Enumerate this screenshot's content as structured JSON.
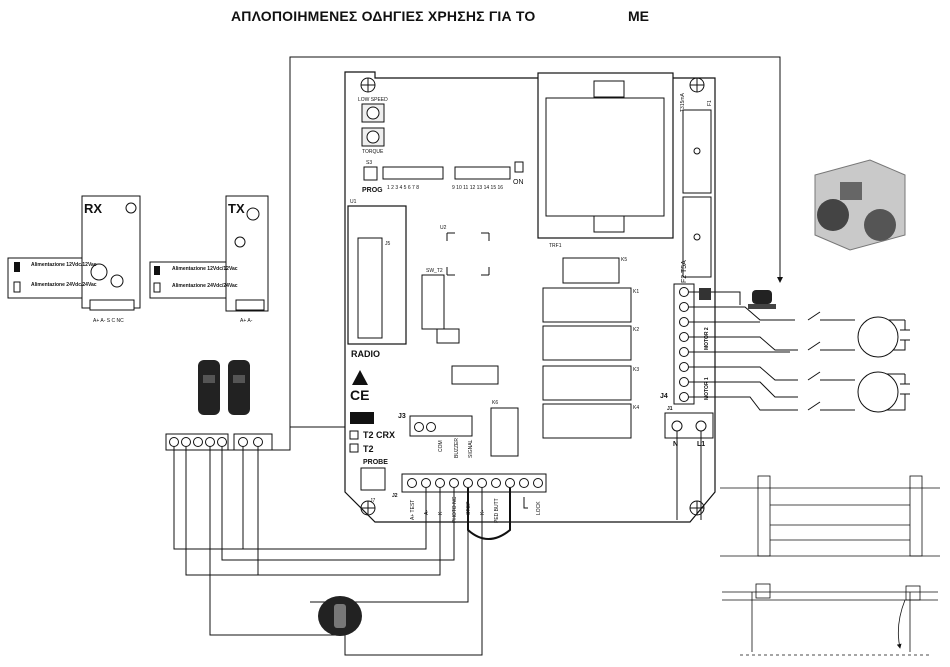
{
  "title": {
    "part1": "ΑΠΛΟΠΟΙΗΜΕΝΕΣ ΟΔΗΓΙΕΣ ΧΡΗΣΗΣ ΓΙΑ ΤΟ",
    "part2": "ΜΕ"
  },
  "board": {
    "low_speed": "LOW SPEED",
    "torque": "TORQUE",
    "s3": "S3",
    "prog": "PROG",
    "dip_numbers": "1 2 3 4 5 6 7 8",
    "dip_numbers_2": "9 10 11 12 13 14 15 16",
    "on": "ON",
    "u1": "U1",
    "j5": "J5",
    "u2": "U2",
    "trf1": "TRF1",
    "k5": "K5",
    "k1": "K1",
    "k2": "K2",
    "k3": "K3",
    "k4": "K4",
    "k6": "K6",
    "sw_t2": "SW_T2",
    "radio": "RADIO",
    "ce": "CE",
    "j3": "J3",
    "t2_crx": "T2 CRX",
    "t2": "T2",
    "probe": "PROBE",
    "j7": "J7",
    "j2": "J2",
    "j4": "J4",
    "j1": "J1",
    "fuse_f1": "F1",
    "fuse_f1_val": "T315mA",
    "fuse_f2": "F2 T5A",
    "motor2": "MOTOR 2",
    "motor1": "MOTOR 1",
    "n": "N",
    "l1": "L1",
    "com": "COM",
    "buzzer": "BUZZER",
    "signal": "SIGNAL",
    "j2_terminals": [
      "A+ TEST",
      "A-",
      "K",
      "PHOTO NC",
      "STOP",
      "K-",
      "PED BUTT",
      "LOCK"
    ]
  },
  "rx": {
    "label": "RX",
    "supply_1": "Alimentazione 12Vdc/12Vac",
    "supply_2": "Alimentazione 24Vdc/24Vac",
    "terminals": "A+ A- S C NC"
  },
  "tx": {
    "label": "TX",
    "supply_1": "Alimentazione 12Vdc/12Vac",
    "supply_2": "Alimentazione 24Vdc/24Vac",
    "terminals": "A+ A-"
  }
}
